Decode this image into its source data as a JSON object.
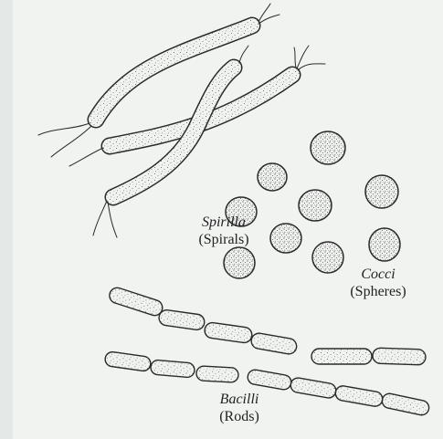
{
  "figure": {
    "groups": [
      {
        "id": "spirilla",
        "scientific_name": "Spirilla",
        "common_name": "(Spirals)"
      },
      {
        "id": "cocci",
        "scientific_name": "Cocci",
        "common_name": "(Spheres)"
      },
      {
        "id": "bacilli",
        "scientific_name": "Bacilli",
        "common_name": "(Rods)"
      }
    ]
  },
  "colors": {
    "background": "#ffffff",
    "paper": "#eef1ef",
    "ink": "#2a2a2a",
    "stipple": "#5a5a5a"
  },
  "icons": {
    "spirilla": "spiral-bacterium-icon",
    "cocci": "sphere-bacterium-icon",
    "bacilli": "rod-bacterium-icon"
  }
}
